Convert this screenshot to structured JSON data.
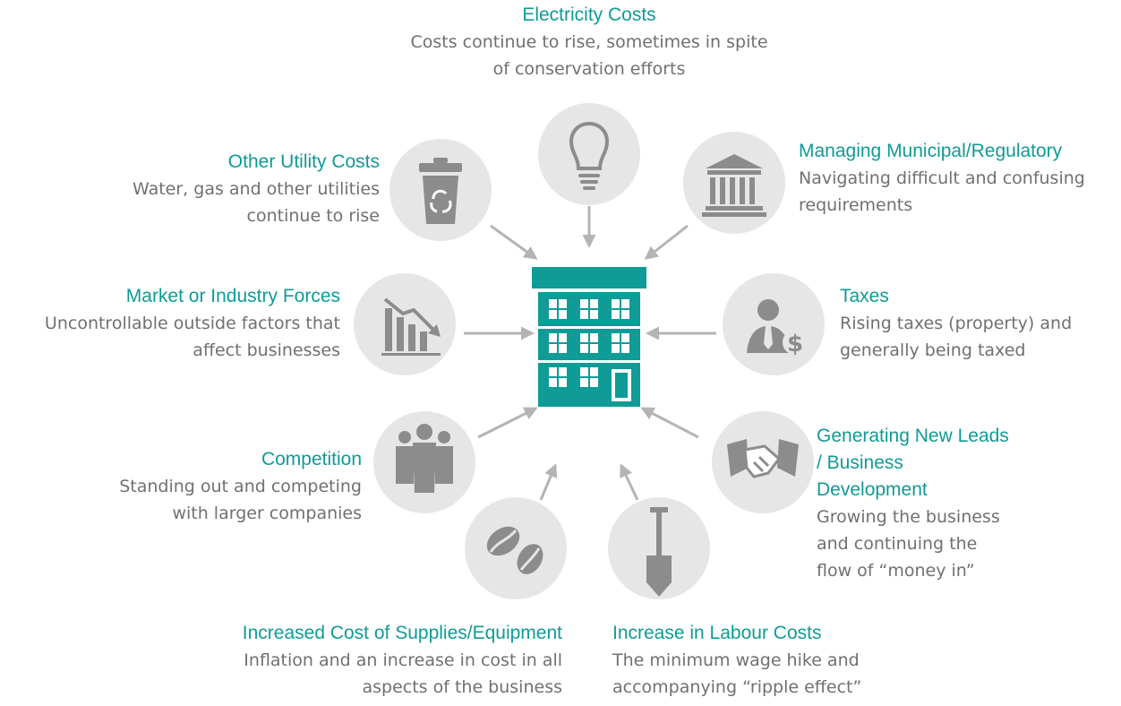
{
  "colors": {
    "accent": "#0f9b96",
    "circle": "#e6e6e6",
    "icon": "#8c8c8c",
    "arrow": "#b4b4b4",
    "building": "#0f9b96"
  },
  "items": {
    "electricity": {
      "icon": "lightbulb-icon",
      "title": "Electricity Costs",
      "desc_lines": [
        "Costs continue to rise, sometimes in spite",
        "of conservation efforts"
      ]
    },
    "other_utility": {
      "icon": "recycle-bin-icon",
      "title": "Other Utility Costs",
      "desc_lines": [
        "Water, gas and other utilities",
        "continue to rise"
      ]
    },
    "municipal": {
      "icon": "government-building-icon",
      "title": "Managing Municipal/Regulatory",
      "desc_lines": [
        "Navigating difficult and confusing",
        "requirements"
      ]
    },
    "market": {
      "icon": "declining-chart-icon",
      "title": "Market or Industry Forces",
      "desc_lines": [
        "Uncontrollable outside factors that",
        "affect businesses"
      ]
    },
    "taxes": {
      "icon": "businessman-dollar-icon",
      "title": "Taxes",
      "desc_lines": [
        "Rising taxes (property) and",
        "generally being taxed"
      ]
    },
    "competition": {
      "icon": "people-group-icon",
      "title": "Competition",
      "desc_lines": [
        "Standing out and competing",
        "with larger companies"
      ]
    },
    "leads": {
      "icon": "handshake-icon",
      "title_lines": [
        "Generating New Leads",
        "/ Business",
        "Development"
      ],
      "desc_lines": [
        "Growing the business",
        "and continuing the",
        "flow of “money in”"
      ]
    },
    "supplies": {
      "icon": "coffee-beans-icon",
      "title": "Increased Cost of Supplies/Equipment",
      "desc_lines": [
        "Inflation and an increase in cost in all",
        "aspects of the business"
      ]
    },
    "labour": {
      "icon": "shovel-icon",
      "title": "Increase in Labour Costs",
      "desc_lines": [
        "The minimum wage hike and",
        "accompanying “ripple effect”"
      ]
    }
  }
}
